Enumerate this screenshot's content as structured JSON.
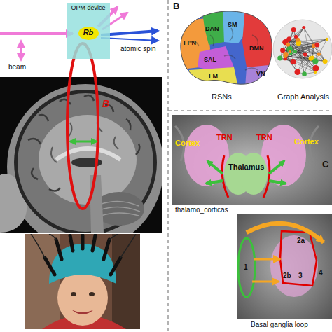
{
  "diagram": {
    "nodes": [
      {
        "text": [
          "OPM device"
        ]
      },
      {
        "text": [
          "Rb"
        ],
        "in": 0
      }
    ],
    "labels": [
      "atomic spin",
      "beam",
      "B",
      "B",
      "FPN",
      "DAN",
      "SM",
      "SAL",
      "DMN",
      "LM",
      "VN",
      "RSNs",
      "Graph Analysis",
      "C",
      "Cortex",
      "TRN",
      "TRN",
      "Cortex",
      "Thalamus",
      "thalamo_corticas",
      "1",
      "2a",
      "2b",
      "3",
      "4",
      "Basal ganglia loop"
    ]
  }
}
